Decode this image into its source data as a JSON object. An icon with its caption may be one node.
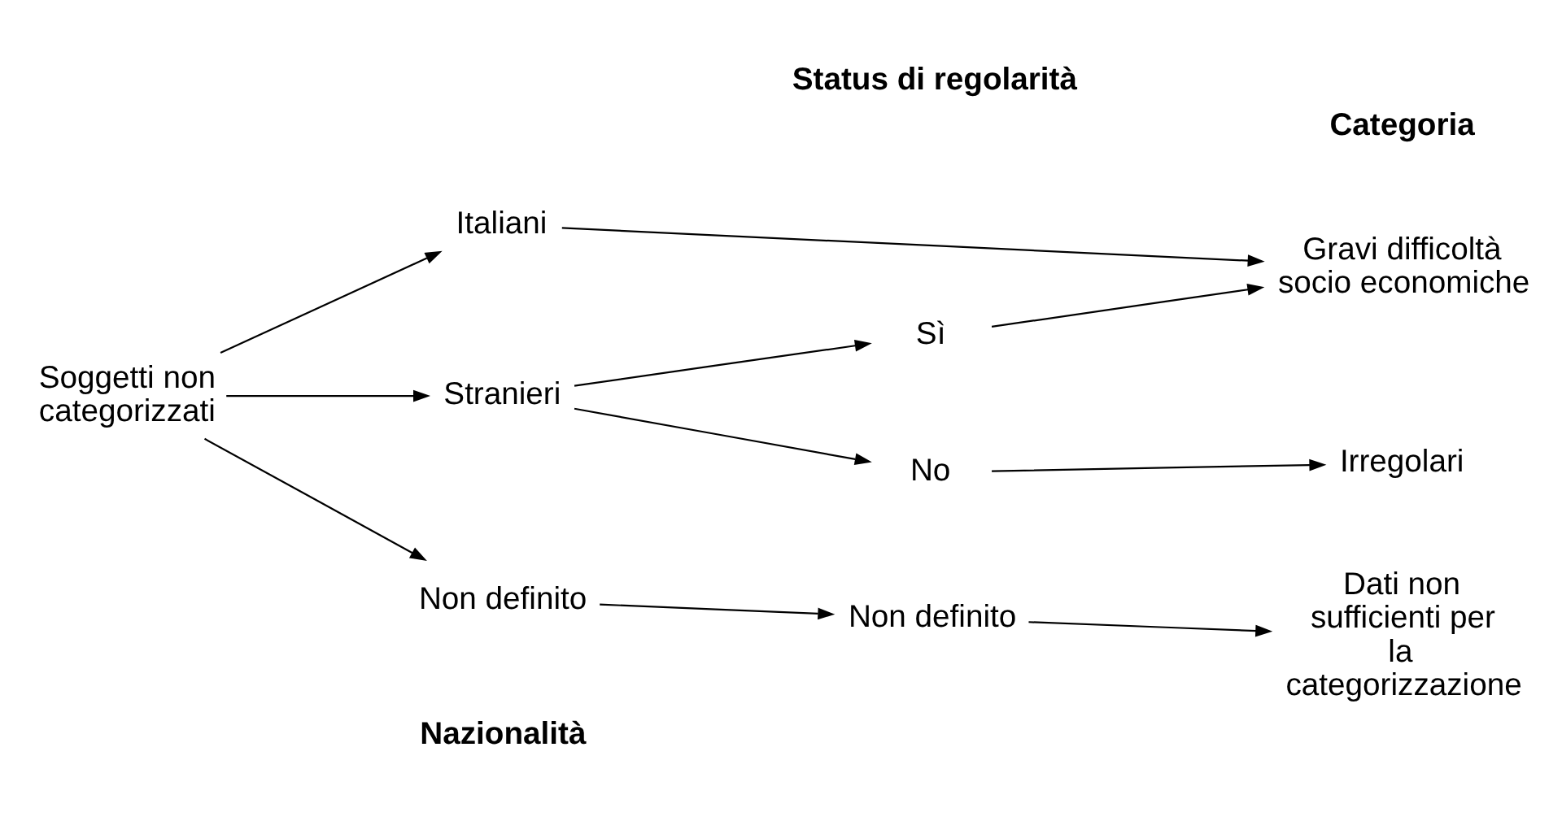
{
  "diagram": {
    "nodes": [
      {
        "text": [
          "Soggetti non categorizzati"
        ]
      },
      {
        "text": [
          "Italiani"
        ]
      },
      {
        "text": [
          "Stranieri"
        ]
      },
      {
        "text": [
          "Non definito"
        ]
      },
      {
        "text": [
          "Sì"
        ]
      },
      {
        "text": [
          "No"
        ]
      },
      {
        "text": [
          "Non definito"
        ]
      },
      {
        "text": [
          "Gravi difficoltà socio economiche"
        ]
      },
      {
        "text": [
          "Irregolari"
        ]
      },
      {
        "text": [
          "Dati non sufficienti per la categorizzazione"
        ]
      }
    ],
    "edges": [
      {
        "from": 0,
        "to": 1,
        "arrow": "to"
      },
      {
        "from": 0,
        "to": 2,
        "arrow": "to"
      },
      {
        "from": 0,
        "to": 3,
        "arrow": "to"
      },
      {
        "from": 1,
        "to": 7,
        "arrow": "to"
      },
      {
        "from": 2,
        "to": 4,
        "arrow": "to"
      },
      {
        "from": 2,
        "to": 5,
        "arrow": "to"
      },
      {
        "from": 4,
        "to": 7,
        "arrow": "to"
      },
      {
        "from": 5,
        "to": 8,
        "arrow": "to"
      },
      {
        "from": 3,
        "to": 6,
        "arrow": "to"
      },
      {
        "from": 6,
        "to": 9,
        "arrow": "to"
      }
    ],
    "labels": [
      "Nazionalità",
      "Status di regolarità",
      "Categoria"
    ]
  }
}
